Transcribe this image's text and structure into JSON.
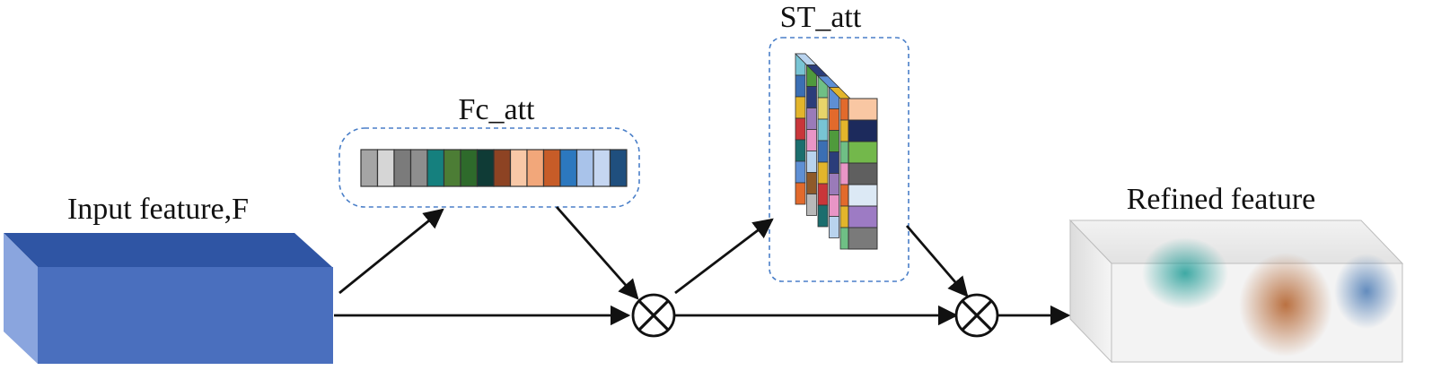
{
  "labels": {
    "input": "Input feature,F",
    "fc": "Fc_att",
    "st": "ST_att",
    "refined": "Refined feature"
  },
  "colors": {
    "input_front": "#4a6fbe",
    "input_top": "#2f55a4",
    "input_side": "#7f9bd8",
    "dashed_border": "#4a7fc8",
    "arrow": "#111111"
  },
  "fc_cells": [
    "#a5a5a5",
    "#d6d6d6",
    "#7b7b7b",
    "#8e8e8e",
    "#15807e",
    "#4c7d35",
    "#2e6a2b",
    "#0f3b36",
    "#8d4323",
    "#f8c8a7",
    "#f2a77a",
    "#c75c28",
    "#2c78bf",
    "#a9c3ea",
    "#c5d6f1",
    "#1f4f7e"
  ],
  "st_front_cells": [
    "#f9c7a3",
    "#1c2a5c",
    "#73b84b",
    "#5f5f5f",
    "#dce9f5",
    "#9d7bc4",
    "#7a7a7a"
  ],
  "st_palette": [
    "#78c4d4",
    "#b9d3ee",
    "#e26a2c",
    "#3b6fb4",
    "#8f5a2a",
    "#4f9a3c",
    "#e3b52b",
    "#b9b9b9",
    "#2b3d7a",
    "#c9363a",
    "#6fbf85",
    "#9a7bb9",
    "#1b6e6e",
    "#e7d46a",
    "#e995c6",
    "#5e8fd4"
  ],
  "operators": [
    "multiply-1",
    "multiply-2"
  ]
}
